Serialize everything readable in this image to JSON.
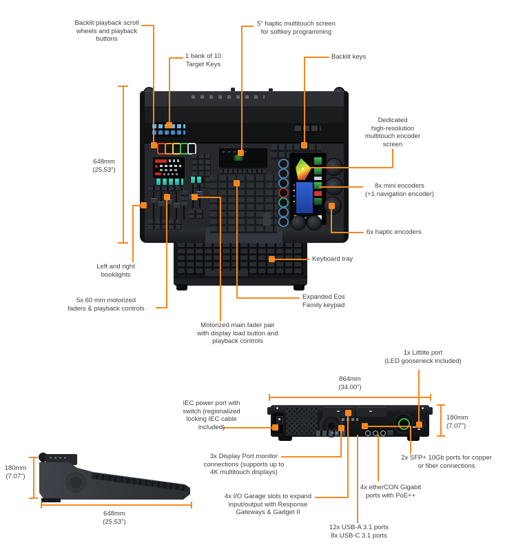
{
  "colors": {
    "accent_orange": "#f5881f",
    "label_text": "#3e3e3d",
    "console_body": "#26282c",
    "scroll_wheel_colors": [
      "#e8432a",
      "#f5881f",
      "#ffd23f",
      "#3fc04a",
      "#d8d8d8"
    ],
    "display_cyan": "#35e0c8",
    "encoder_screen_blue": "#2f62d6"
  },
  "top_view": {
    "callouts": {
      "scroll_wheels": "Backlit playback scroll\nwheels and playback\nbuttons",
      "target_keys": "1 bank of 10\nTarget Keys",
      "haptic_screen": "5\" haptic multitouch screen\nfor softkey programming",
      "backlit_keys": "Backlit keys",
      "encoder_screen": "Dedicated\nhigh-resolution\nmultitouch encoder\nscreen",
      "mini_encoders": "8x mini encoders\n(+1 navigation encoder)",
      "haptic_encoders": "6x haptic encoders",
      "keyboard_tray": "Keyboard tray",
      "eos_keypad": "Expanded Eos\nFamily keypad",
      "main_fader_pair": "Motorized main fader pair\nwith display load button and\nplayback controls",
      "faders_5x": "5x 60 mm motorized\nfaders & playback controls",
      "booklights": "Left and right\nbooklights"
    },
    "dimensions": {
      "depth": "648mm\n(25.53\")"
    }
  },
  "rear_view": {
    "callouts": {
      "littlite": "1x Littlite port\n(LED gooseneck included)",
      "iec": "IEC power port with\nswitch (regionalized\nlocking IEC cable\nincluded)",
      "display_port": "3x Display Port monitor\nconnections (supports up to\n4K multitouch displays)",
      "garage": "4x I/O Garage slots to expand\ninput/output with Response\nGateways & Gadget II",
      "usb": "12x USB-A 3.1 ports\n8x USB-C 3.1 ports",
      "ethercon": "4x etherCON Gigabit\nports with PoE++",
      "sfp": "2x SFP+ 10Gb ports for copper\nor fiber connections"
    },
    "dimensions": {
      "width": "864mm\n(34.00\")",
      "height": "180mm\n(7.07\")"
    }
  },
  "side_view": {
    "dimensions": {
      "height": "180mm\n(7.07\")",
      "depth": "648mm\n(25.53\")"
    }
  }
}
